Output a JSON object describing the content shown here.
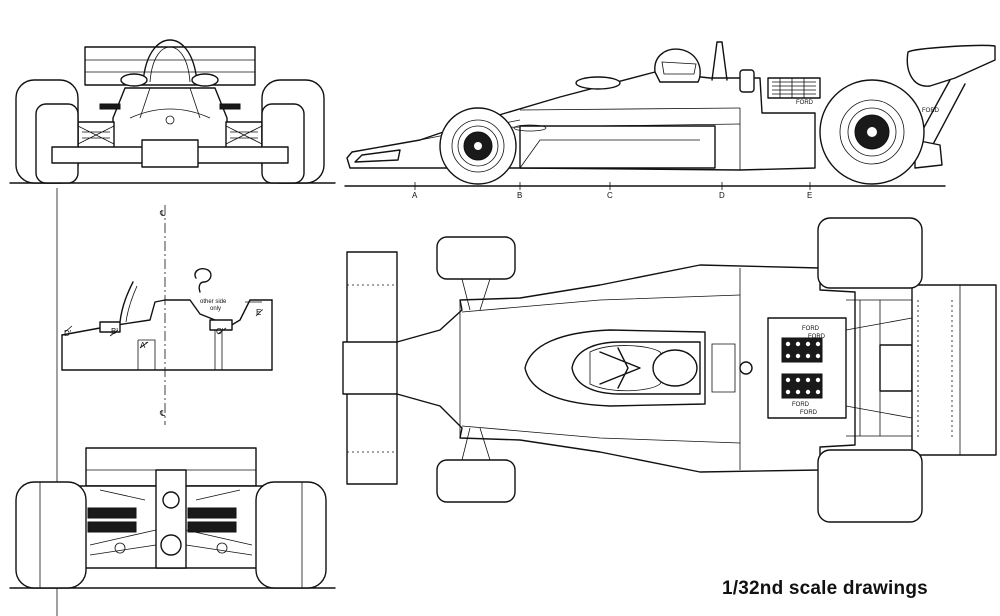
{
  "caption": "1/32nd scale drawings",
  "station_labels": [
    "A",
    "B",
    "C",
    "D",
    "E"
  ],
  "section_labels": {
    "d": "D'",
    "b": "B'",
    "a": "A'",
    "c": "C'",
    "e": "E'",
    "other_side_line1": "other side",
    "other_side_line2": "only"
  },
  "centerline_mark": "℄",
  "badges": {
    "side_ford": "FORD",
    "side_ford_small": "FORD",
    "top_ford_1": "FORD",
    "top_ford_2": "FORD",
    "top_ford_3": "FORD",
    "top_ford_4": "FORD"
  },
  "colors": {
    "ink": "#111111",
    "paper": "#ffffff"
  }
}
